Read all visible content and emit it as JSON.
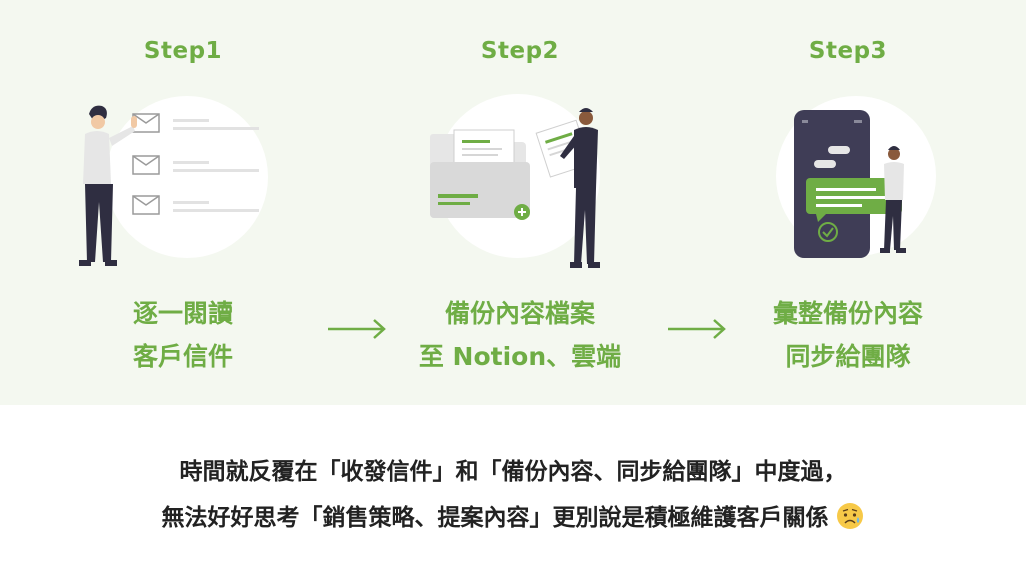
{
  "steps": [
    {
      "title": "Step1",
      "line1": "逐一閱讀",
      "line2": "客戶信件"
    },
    {
      "title": "Step2",
      "line1": "備份內容檔案",
      "line2": "至 Notion、雲端"
    },
    {
      "title": "Step3",
      "line1": "彙整備份內容",
      "line2": "同步給團隊"
    }
  ],
  "bottom": {
    "line1": "時間就反覆在「收發信件」和「備份內容、同步給團隊」中度過，",
    "line2": "無法好好思考「銷售策略、提案內容」更別說是積極維護客戶關係"
  },
  "icons": {
    "arrow": "arrow-right-icon",
    "emoji": "worried-face-emoji"
  },
  "colors": {
    "accent": "#6fad45",
    "panel": "#f4f8f0",
    "text": "#222222"
  }
}
